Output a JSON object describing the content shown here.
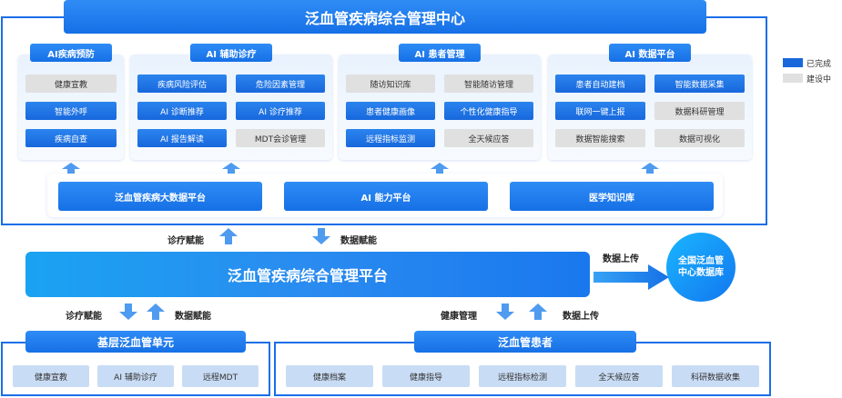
{
  "header": {
    "title": "泛血管疾病综合管理中心"
  },
  "colors": {
    "done": "#1868dc",
    "wip": "#e0e0e0",
    "accent": "#1670e6",
    "frame": "#1a6ee8"
  },
  "legend": {
    "done": "已完成",
    "wip": "建设中"
  },
  "modules": [
    {
      "name": "AI疾病预防",
      "items": [
        {
          "label": "健康宣教",
          "status": "wip"
        },
        {
          "label": "智能外呼",
          "status": "done"
        },
        {
          "label": "疾病自查",
          "status": "done"
        }
      ]
    },
    {
      "name": "AI 辅助诊疗",
      "items": [
        {
          "label": "疾病风险评估",
          "status": "done"
        },
        {
          "label": "危险因素管理",
          "status": "done"
        },
        {
          "label": "AI 诊断推荐",
          "status": "done"
        },
        {
          "label": "AI 诊疗推荐",
          "status": "done"
        },
        {
          "label": "AI 报告解读",
          "status": "done"
        },
        {
          "label": "MDT会诊管理",
          "status": "wip"
        }
      ]
    },
    {
      "name": "AI 患者管理",
      "items": [
        {
          "label": "随访知识库",
          "status": "wip"
        },
        {
          "label": "智能随访管理",
          "status": "wip"
        },
        {
          "label": "患者健康画像",
          "status": "done"
        },
        {
          "label": "个性化健康指导",
          "status": "done"
        },
        {
          "label": "远程指标监测",
          "status": "done"
        },
        {
          "label": "全天候应答",
          "status": "wip"
        }
      ]
    },
    {
      "name": "AI 数据平台",
      "items": [
        {
          "label": "患者自动建档",
          "status": "done"
        },
        {
          "label": "智能数据采集",
          "status": "done"
        },
        {
          "label": "联网一键上报",
          "status": "done"
        },
        {
          "label": "数据科研管理",
          "status": "wip"
        },
        {
          "label": "数据智能搜索",
          "status": "wip"
        },
        {
          "label": "数据可视化",
          "status": "wip"
        }
      ]
    }
  ],
  "platforms": [
    "泛血管疾病大数据平台",
    "AI 能力平台",
    "医学知识库"
  ],
  "flow": {
    "upper_left": "诊疗赋能",
    "upper_right": "数据赋能",
    "main_platform": "泛血管疾病综合管理平台",
    "to_database": "数据上传",
    "database": [
      "全国泛血管",
      "中心数据库"
    ],
    "lower_left_1": "诊疗赋能",
    "lower_left_2": "数据赋能",
    "lower_right_1": "健康管理",
    "lower_right_2": "数据上传"
  },
  "units": {
    "title": "基层泛血管单元",
    "items": [
      "健康宣教",
      "AI 辅助诊疗",
      "远程MDT"
    ]
  },
  "patients": {
    "title": "泛血管患者",
    "items": [
      "健康档案",
      "健康指导",
      "远程指标检测",
      "全天候应答",
      "科研数据收集"
    ]
  }
}
